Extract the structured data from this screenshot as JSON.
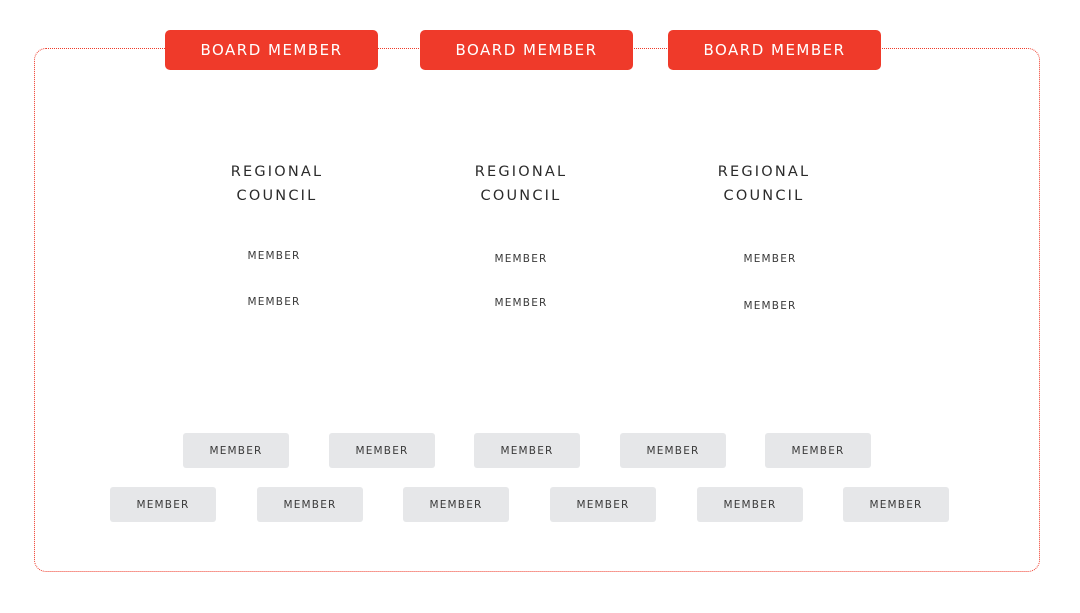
{
  "colors": {
    "accent": "#ef3a2a",
    "member_box": "#e6e7e9",
    "text": "#2b2b2b"
  },
  "board_members": [
    {
      "label": "BOARD MEMBER"
    },
    {
      "label": "BOARD MEMBER"
    },
    {
      "label": "BOARD MEMBER"
    }
  ],
  "councils": [
    {
      "title_line1": "REGIONAL",
      "title_line2": "COUNCIL",
      "members": [
        "MEMBER",
        "MEMBER"
      ]
    },
    {
      "title_line1": "REGIONAL",
      "title_line2": "COUNCIL",
      "members": [
        "MEMBER",
        "MEMBER"
      ]
    },
    {
      "title_line1": "REGIONAL",
      "title_line2": "COUNCIL",
      "members": [
        "MEMBER",
        "MEMBER"
      ]
    }
  ],
  "member_row_1": [
    "MEMBER",
    "MEMBER",
    "MEMBER",
    "MEMBER",
    "MEMBER"
  ],
  "member_row_2": [
    "MEMBER",
    "MEMBER",
    "MEMBER",
    "MEMBER",
    "MEMBER",
    "MEMBER"
  ]
}
